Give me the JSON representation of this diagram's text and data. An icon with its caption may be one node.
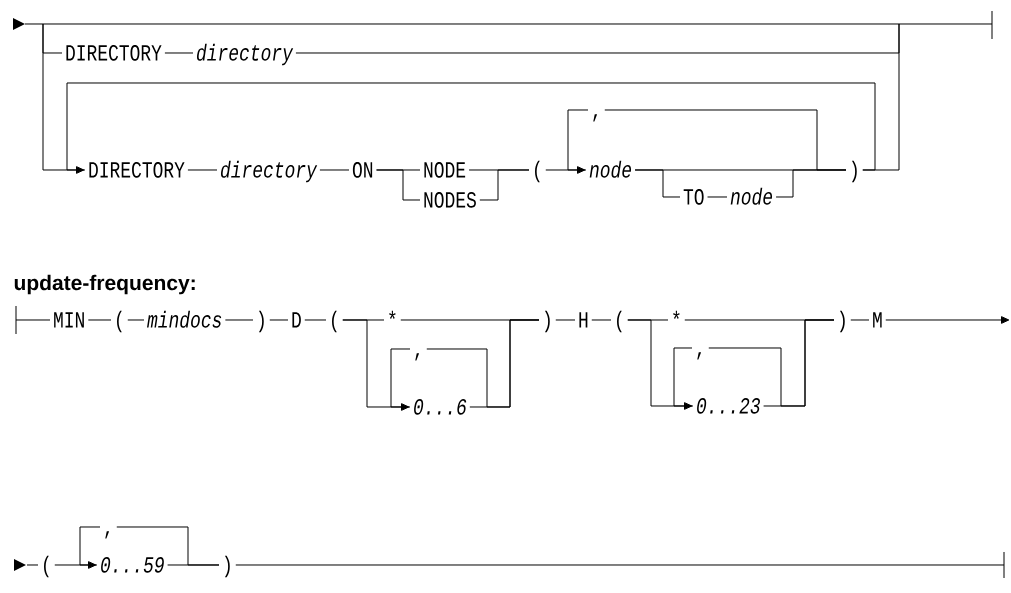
{
  "diagram": {
    "nodes": [
      {
        "text": [
          "DIRECTORY"
        ]
      },
      {
        "text": [
          "directory"
        ]
      },
      {
        "text": [
          "DIRECTORY"
        ]
      },
      {
        "text": [
          "directory"
        ]
      },
      {
        "text": [
          "ON"
        ]
      },
      {
        "text": [
          "NODE"
        ]
      },
      {
        "text": [
          "NODES"
        ]
      },
      {
        "text": [
          "("
        ]
      },
      {
        "text": [
          ","
        ]
      },
      {
        "text": [
          "node"
        ]
      },
      {
        "text": [
          "TO"
        ]
      },
      {
        "text": [
          "node"
        ]
      },
      {
        "text": [
          ")"
        ]
      },
      {
        "text": [
          "MIN"
        ]
      },
      {
        "text": [
          "("
        ]
      },
      {
        "text": [
          "mindocs"
        ]
      },
      {
        "text": [
          ")"
        ]
      },
      {
        "text": [
          "D"
        ]
      },
      {
        "text": [
          "("
        ]
      },
      {
        "text": [
          "*"
        ]
      },
      {
        "text": [
          ","
        ]
      },
      {
        "text": [
          "0...6"
        ]
      },
      {
        "text": [
          ")"
        ]
      },
      {
        "text": [
          "H"
        ]
      },
      {
        "text": [
          "("
        ]
      },
      {
        "text": [
          "*"
        ]
      },
      {
        "text": [
          ","
        ]
      },
      {
        "text": [
          "0...23"
        ]
      },
      {
        "text": [
          ")"
        ]
      },
      {
        "text": [
          "M"
        ]
      },
      {
        "text": [
          "("
        ]
      },
      {
        "text": [
          ","
        ]
      },
      {
        "text": [
          "0...59"
        ]
      },
      {
        "text": [
          ")"
        ]
      }
    ],
    "edges": [
      {
        "from": 0,
        "to": 1,
        "arrow": "none"
      },
      {
        "from": 2,
        "to": 3,
        "arrow": "none"
      },
      {
        "from": 3,
        "to": 4,
        "arrow": "none"
      },
      {
        "from": 4,
        "to": 5,
        "arrow": "none"
      },
      {
        "from": 4,
        "to": 6,
        "arrow": "none"
      },
      {
        "from": 5,
        "to": 7,
        "arrow": "none"
      },
      {
        "from": 6,
        "to": 7,
        "arrow": "none"
      },
      {
        "from": 7,
        "to": 9,
        "arrow": "none"
      },
      {
        "from": 8,
        "to": 9,
        "arrow": "to"
      },
      {
        "from": 9,
        "to": 10,
        "arrow": "none"
      },
      {
        "from": 10,
        "to": 11,
        "arrow": "none"
      },
      {
        "from": 11,
        "to": 12,
        "arrow": "none"
      },
      {
        "from": 9,
        "to": 12,
        "arrow": "none"
      },
      {
        "from": 8,
        "to": 12,
        "arrow": "none"
      },
      {
        "from": 12,
        "to": 2,
        "arrow": "to"
      },
      {
        "from": 13,
        "to": 14,
        "arrow": "none"
      },
      {
        "from": 14,
        "to": 15,
        "arrow": "none"
      },
      {
        "from": 15,
        "to": 16,
        "arrow": "none"
      },
      {
        "from": 16,
        "to": 17,
        "arrow": "none"
      },
      {
        "from": 17,
        "to": 18,
        "arrow": "none"
      },
      {
        "from": 18,
        "to": 19,
        "arrow": "none"
      },
      {
        "from": 18,
        "to": 21,
        "arrow": "none"
      },
      {
        "from": 20,
        "to": 21,
        "arrow": "to"
      },
      {
        "from": 19,
        "to": 22,
        "arrow": "none"
      },
      {
        "from": 21,
        "to": 22,
        "arrow": "none"
      },
      {
        "from": 20,
        "to": 22,
        "arrow": "none"
      },
      {
        "from": 22,
        "to": 23,
        "arrow": "none"
      },
      {
        "from": 23,
        "to": 24,
        "arrow": "none"
      },
      {
        "from": 24,
        "to": 25,
        "arrow": "none"
      },
      {
        "from": 24,
        "to": 27,
        "arrow": "none"
      },
      {
        "from": 26,
        "to": 27,
        "arrow": "to"
      },
      {
        "from": 25,
        "to": 28,
        "arrow": "none"
      },
      {
        "from": 27,
        "to": 28,
        "arrow": "none"
      },
      {
        "from": 26,
        "to": 28,
        "arrow": "none"
      },
      {
        "from": 28,
        "to": 29,
        "arrow": "none"
      },
      {
        "from": 30,
        "to": 32,
        "arrow": "none"
      },
      {
        "from": 31,
        "to": 32,
        "arrow": "to"
      },
      {
        "from": 31,
        "to": 33,
        "arrow": "none"
      },
      {
        "from": 32,
        "to": 33,
        "arrow": "none"
      },
      {
        "from": null,
        "to": 0,
        "arrow": "none"
      },
      {
        "from": null,
        "to": 2,
        "arrow": "none"
      },
      {
        "from": 1,
        "to": null,
        "arrow": "none"
      },
      {
        "from": 12,
        "to": null,
        "arrow": "none"
      },
      {
        "from": 29,
        "to": null,
        "arrow": "to"
      }
    ],
    "labels": [
      "update-frequency:"
    ]
  }
}
